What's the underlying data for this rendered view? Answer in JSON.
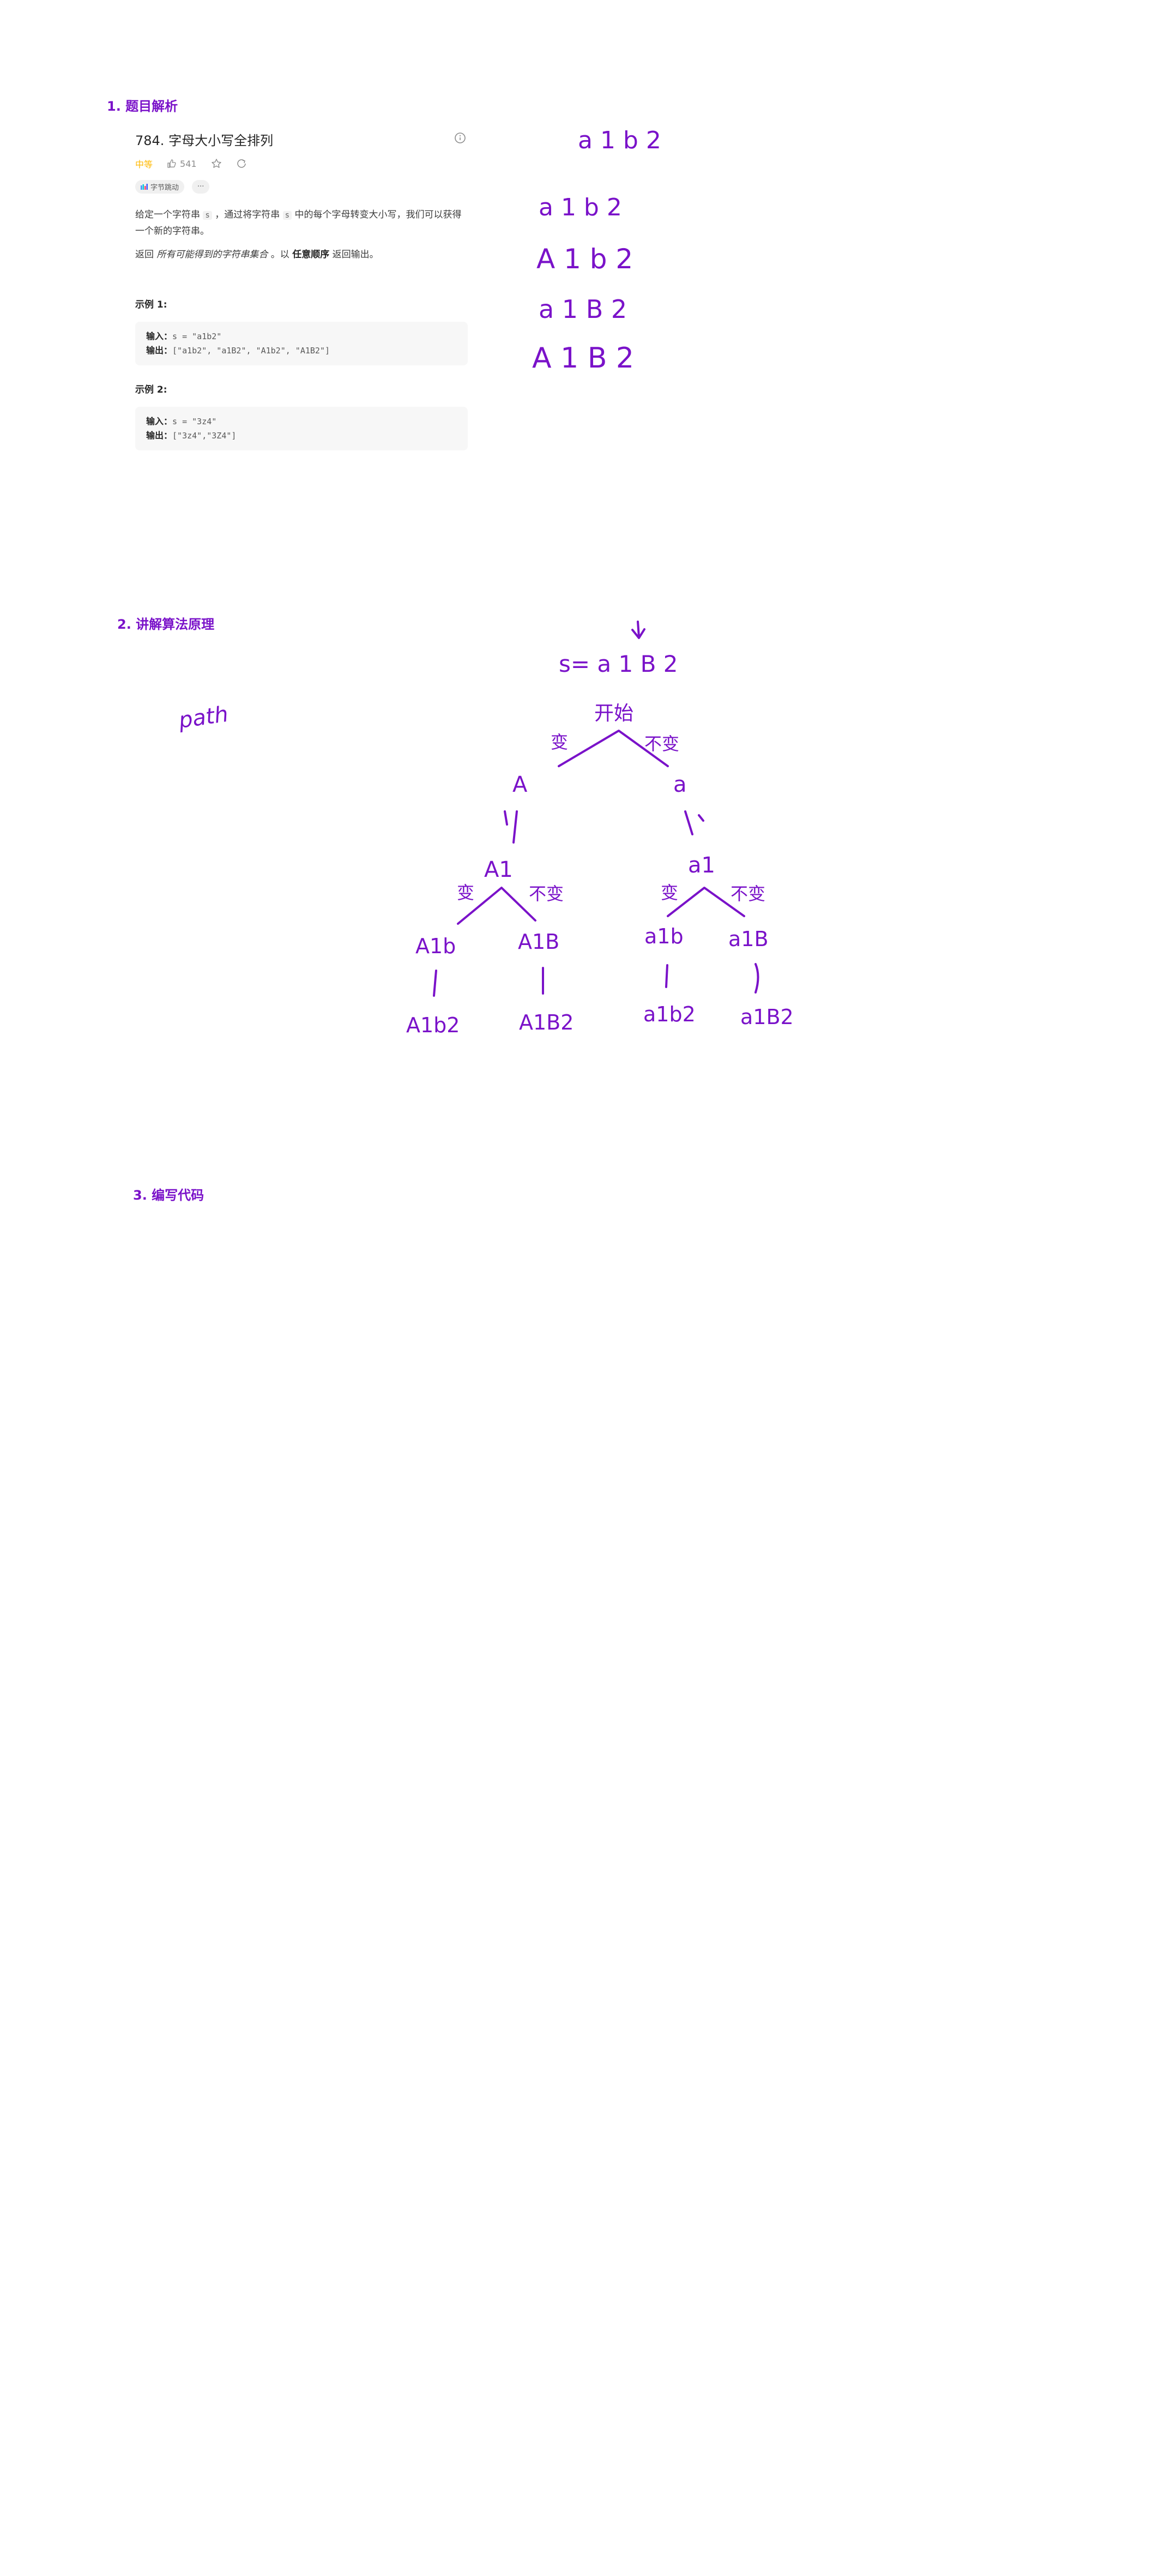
{
  "sections": {
    "s1": "1. 题目解析",
    "s2": "2. 讲解算法原理",
    "s3": "3. 编写代码"
  },
  "problem": {
    "title": "784. 字母大小写全排列",
    "difficulty": "中等",
    "likes": "541",
    "tag": "字节跳动",
    "more": "···",
    "desc1_a": "给定一个字符串 ",
    "desc1_s": "s",
    "desc1_b": " ，通过将字符串 ",
    "desc1_s2": "s",
    "desc1_c": " 中的每个字母转变大小写，我们可以获得一个新的字符串。",
    "desc2_a": "返回 ",
    "desc2_em": "所有可能得到的字符串集合",
    "desc2_b": " 。以 ",
    "desc2_strong": "任意顺序",
    "desc2_c": " 返回输出。",
    "ex1_title": "示例 1:",
    "ex1_in_label": "输入：",
    "ex1_in": "s = \"a1b2\"",
    "ex1_out_label": "输出：",
    "ex1_out": "[\"a1b2\", \"a1B2\", \"A1b2\", \"A1B2\"]",
    "ex2_title": "示例 2:",
    "ex2_in_label": "输入：",
    "ex2_in": "s = \"3z4\"",
    "ex2_out_label": "输出：",
    "ex2_out": "[\"3z4\",\"3Z4\"]"
  },
  "notes": {
    "top": "a 1 b 2",
    "list": [
      "a 1 b 2",
      "A 1 b 2",
      "a 1 B 2",
      "A 1 B 2"
    ],
    "path": "path",
    "s_eq": "s= a 1 B 2",
    "root": "开始",
    "change": "变",
    "nochange": "不变",
    "n_A": "A",
    "n_a": "a",
    "n_A1": "A1",
    "n_a1": "a1",
    "n_A1b": "A1b",
    "n_A1B": "A1B",
    "n_a1b": "a1b",
    "n_a1B": "a1B",
    "n_A1b2": "A1b2",
    "n_A1B2": "A1B2",
    "n_a1b2": "a1b2",
    "n_a1B2": "a1B2"
  },
  "colors": {
    "ink": "#7a12c9",
    "difficulty": "#ffb800"
  }
}
